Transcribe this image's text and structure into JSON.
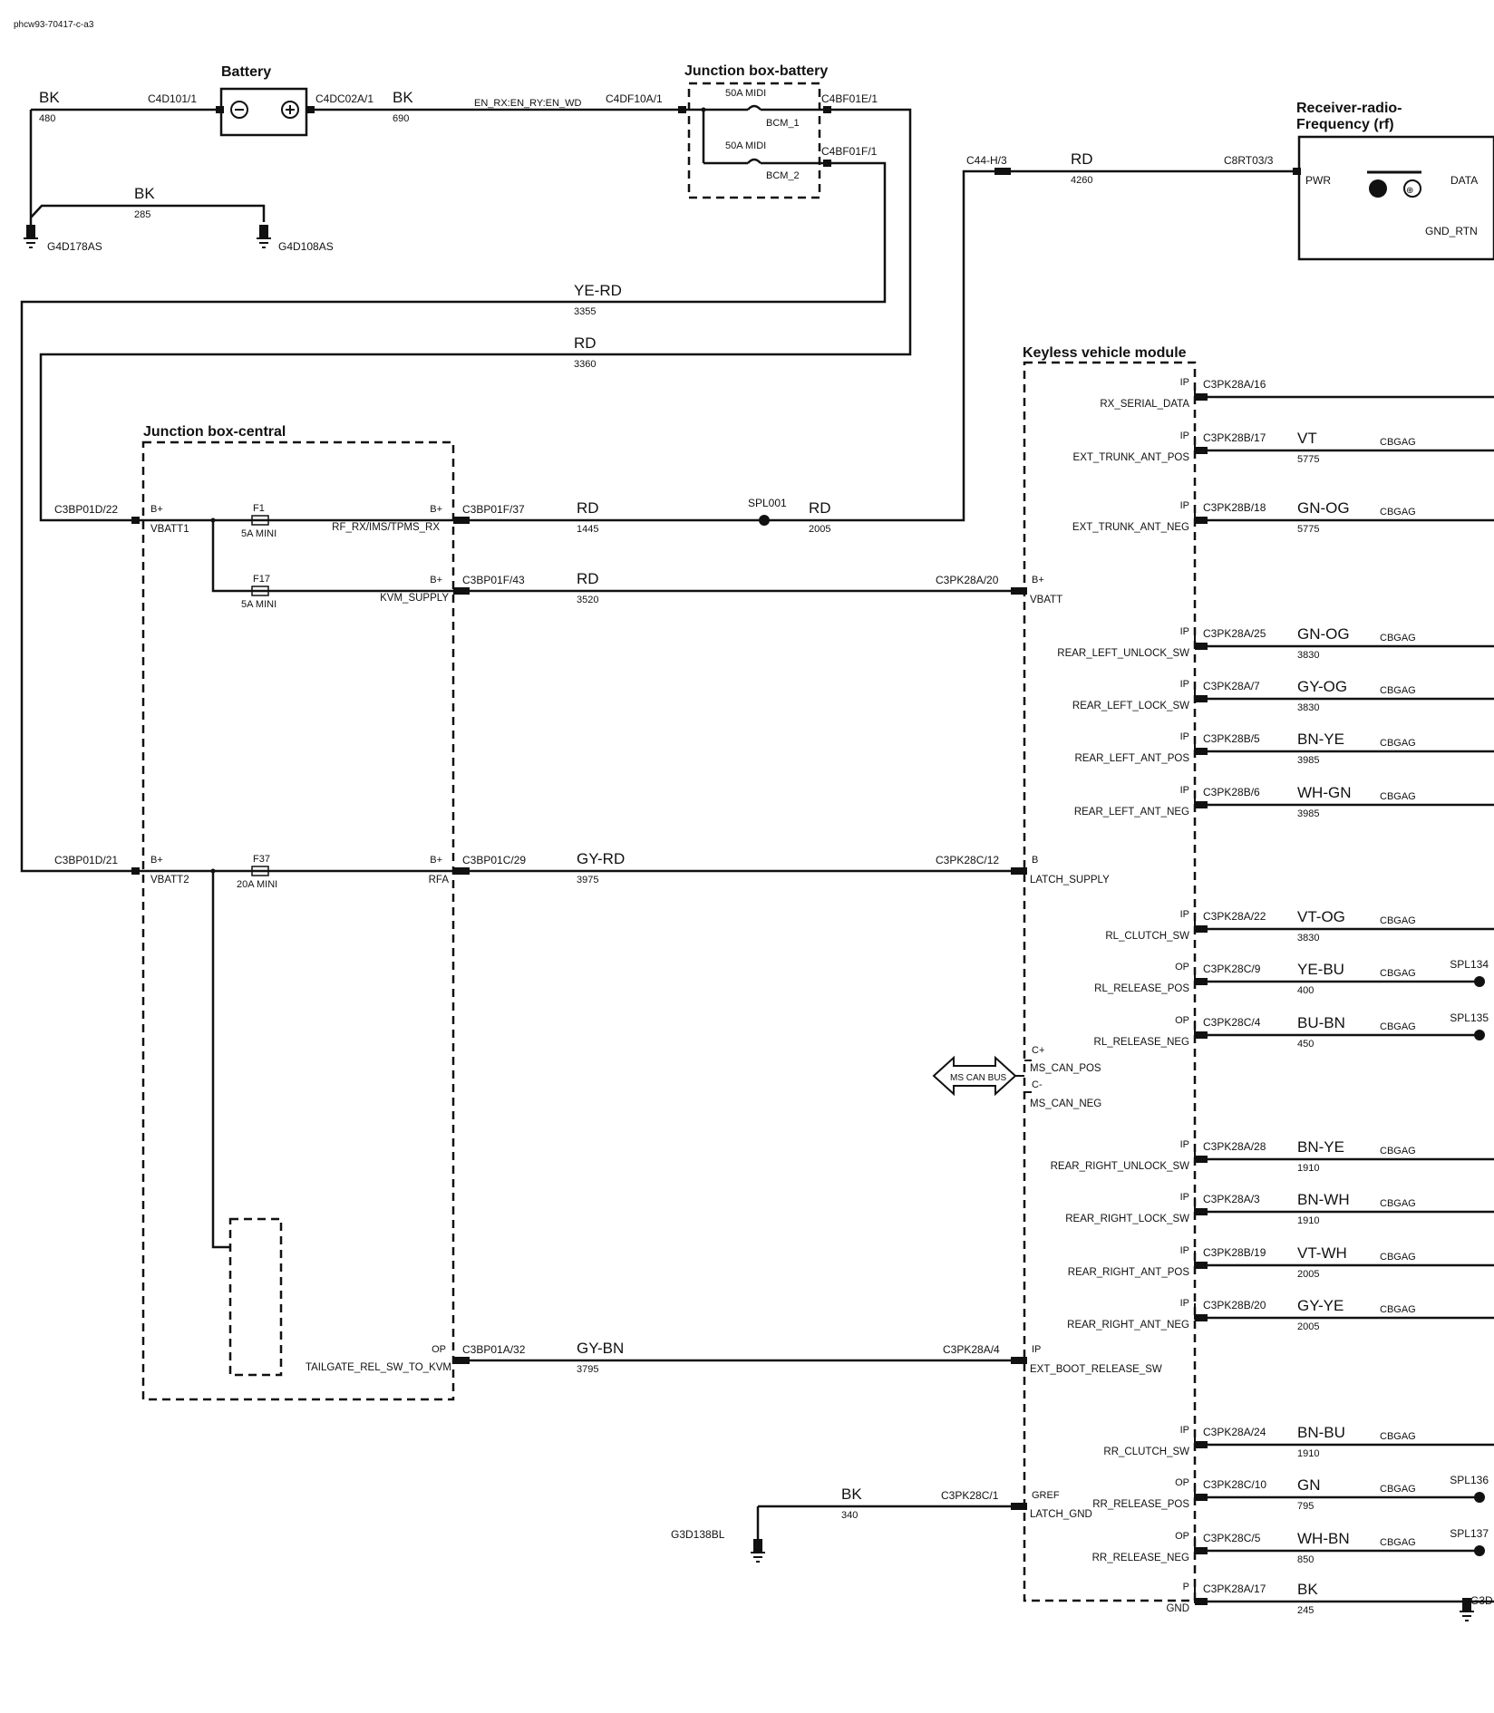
{
  "doc_id": "phcw93-70417-c-a3",
  "titles": {
    "battery": "Battery",
    "jb_battery": "Junction box-battery",
    "receiver_1": "Receiver-radio-",
    "receiver_2": "Frequency (rf)",
    "keyless": "Keyless vehicle module",
    "jb_central": "Junction box-central"
  },
  "top": {
    "w480_color": "BK",
    "w480_num": "480",
    "c4d101": "C4D101/1",
    "c4dc02a": "C4DC02A/1",
    "w690_color": "BK",
    "w690_num": "690",
    "en_rx": "EN_RX:EN_RY:EN_WD",
    "c4df10a": "C4DF10A/1",
    "fuse1": "50A MIDI",
    "bcm1": "BCM_1",
    "fuse2": "50A MIDI",
    "bcm2": "BCM_2",
    "c4bf01e": "C4BF01E/1",
    "c4bf01f": "C4BF01F/1",
    "w285_color": "BK",
    "w285_num": "285",
    "g178": "G4D178AS",
    "g108": "G4D108AS",
    "c44": "C44-H/3",
    "w4260_color": "RD",
    "w4260_num": "4260",
    "c8rt": "C8RT03/3",
    "pwr": "PWR",
    "data": "DATA",
    "gnd_rtn": "GND_RTN",
    "w3355_color": "YE-RD",
    "w3355_num": "3355",
    "w3360_color": "RD",
    "w3360_num": "3360"
  },
  "jbc": {
    "c3bp01d22": "C3BP01D/22",
    "bplus1": "B+",
    "vbatt1": "VBATT1",
    "f1": "F1",
    "f1_rating": "5A MINI",
    "rf_rx": "RF_RX/IMS/TPMS_RX",
    "bplus_rf": "B+",
    "c3bp01f37": "C3BP01F/37",
    "w1445_color": "RD",
    "w1445_num": "1445",
    "spl001": "SPL001",
    "w2005_color": "RD",
    "w2005_num": "2005",
    "f17": "F17",
    "f17_rating": "5A MINI",
    "kvm_supply": "KVM_SUPPLY",
    "bplus_kvm": "B+",
    "c3bp01f43": "C3BP01F/43",
    "w3520_color": "RD",
    "w3520_num": "3520",
    "c3pk28a20": "C3PK28A/20",
    "bplus_kvmod": "B+",
    "vbatt": "VBATT",
    "c3bp01d21": "C3BP01D/21",
    "bplus2": "B+",
    "vbatt2": "VBATT2",
    "f37": "F37",
    "f37_rating": "20A MINI",
    "rfa": "RFA",
    "bplus_rfa": "B+",
    "c3bp01c29": "C3BP01C/29",
    "w3975_color": "GY-RD",
    "w3975_num": "3975",
    "c3pk28c12": "C3PK28C/12",
    "b_latch": "B",
    "latch_supply": "LATCH_SUPPLY",
    "op_tg": "OP",
    "tailgate": "TAILGATE_REL_SW_TO_KVM",
    "c3bp01a32": "C3BP01A/32",
    "w3795_color": "GY-BN",
    "w3795_num": "3795",
    "c3pk28a4": "C3PK28A/4",
    "ip_ext": "IP",
    "ext_boot": "EXT_BOOT_RELEASE_SW"
  },
  "kvm_pins": [
    {
      "io": "IP",
      "sig": "RX_SERIAL_DATA",
      "conn": "C3PK28A/16",
      "color": "",
      "num": "",
      "code": "",
      "spl": ""
    },
    {
      "io": "IP",
      "sig": "EXT_TRUNK_ANT_POS",
      "conn": "C3PK28B/17",
      "color": "VT",
      "num": "5775",
      "code": "CBGAG",
      "spl": ""
    },
    {
      "io": "IP",
      "sig": "EXT_TRUNK_ANT_NEG",
      "conn": "C3PK28B/18",
      "color": "GN-OG",
      "num": "5775",
      "code": "CBGAG",
      "spl": ""
    },
    {
      "io": "IP",
      "sig": "REAR_LEFT_UNLOCK_SW",
      "conn": "C3PK28A/25",
      "color": "GN-OG",
      "num": "3830",
      "code": "CBGAG",
      "spl": ""
    },
    {
      "io": "IP",
      "sig": "REAR_LEFT_LOCK_SW",
      "conn": "C3PK28A/7",
      "color": "GY-OG",
      "num": "3830",
      "code": "CBGAG",
      "spl": ""
    },
    {
      "io": "IP",
      "sig": "REAR_LEFT_ANT_POS",
      "conn": "C3PK28B/5",
      "color": "BN-YE",
      "num": "3985",
      "code": "CBGAG",
      "spl": ""
    },
    {
      "io": "IP",
      "sig": "REAR_LEFT_ANT_NEG",
      "conn": "C3PK28B/6",
      "color": "WH-GN",
      "num": "3985",
      "code": "CBGAG",
      "spl": ""
    },
    {
      "io": "IP",
      "sig": "RL_CLUTCH_SW",
      "conn": "C3PK28A/22",
      "color": "VT-OG",
      "num": "3830",
      "code": "CBGAG",
      "spl": ""
    },
    {
      "io": "OP",
      "sig": "RL_RELEASE_POS",
      "conn": "C3PK28C/9",
      "color": "YE-BU",
      "num": "400",
      "code": "CBGAG",
      "spl": "SPL134"
    },
    {
      "io": "OP",
      "sig": "RL_RELEASE_NEG",
      "conn": "C3PK28C/4",
      "color": "BU-BN",
      "num": "450",
      "code": "CBGAG",
      "spl": "SPL135"
    },
    {
      "io": "IP",
      "sig": "REAR_RIGHT_UNLOCK_SW",
      "conn": "C3PK28A/28",
      "color": "BN-YE",
      "num": "1910",
      "code": "CBGAG",
      "spl": ""
    },
    {
      "io": "IP",
      "sig": "REAR_RIGHT_LOCK_SW",
      "conn": "C3PK28A/3",
      "color": "BN-WH",
      "num": "1910",
      "code": "CBGAG",
      "spl": ""
    },
    {
      "io": "IP",
      "sig": "REAR_RIGHT_ANT_POS",
      "conn": "C3PK28B/19",
      "color": "VT-WH",
      "num": "2005",
      "code": "CBGAG",
      "spl": ""
    },
    {
      "io": "IP",
      "sig": "REAR_RIGHT_ANT_NEG",
      "conn": "C3PK28B/20",
      "color": "GY-YE",
      "num": "2005",
      "code": "CBGAG",
      "spl": ""
    },
    {
      "io": "IP",
      "sig": "RR_CLUTCH_SW",
      "conn": "C3PK28A/24",
      "color": "BN-BU",
      "num": "1910",
      "code": "CBGAG",
      "spl": ""
    },
    {
      "io": "OP",
      "sig": "RR_RELEASE_POS",
      "conn": "C3PK28C/10",
      "color": "GN",
      "num": "795",
      "code": "CBGAG",
      "spl": "SPL136"
    },
    {
      "io": "OP",
      "sig": "RR_RELEASE_NEG",
      "conn": "C3PK28C/5",
      "color": "WH-BN",
      "num": "850",
      "code": "CBGAG",
      "spl": "SPL137"
    },
    {
      "io": "P",
      "sig": "GND",
      "conn": "C3PK28A/17",
      "color": "BK",
      "num": "245",
      "code": "",
      "spl": ""
    }
  ],
  "can": {
    "label": "MS CAN BUS",
    "cplus": "C+",
    "pos": "MS_CAN_POS",
    "cminus": "C-",
    "neg": "MS_CAN_NEG"
  },
  "latch_gnd": {
    "w340_color": "BK",
    "w340_num": "340",
    "conn": "C3PK28C/1",
    "gref": "GREF",
    "sig": "LATCH_GND",
    "ground": "G3D138BL"
  },
  "g3d_partial": "G3D"
}
